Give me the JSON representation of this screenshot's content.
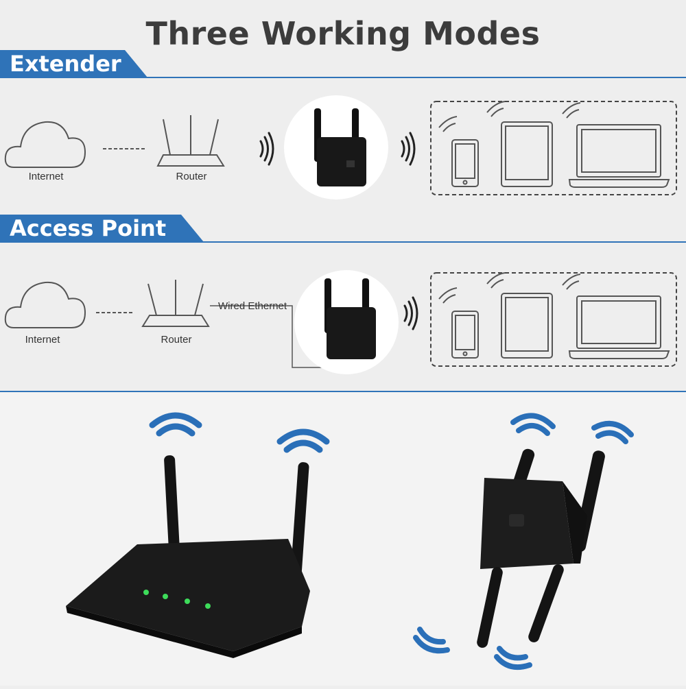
{
  "title": "Three Working Modes",
  "modes": [
    {
      "name": "Extender",
      "internet_label": "Internet",
      "router_label": "Router"
    },
    {
      "name": "Access Point",
      "internet_label": "Internet",
      "router_label": "Router",
      "link_label": "Wired Ethernet"
    }
  ],
  "colors": {
    "accent": "#2f73b8",
    "tab_dark": "#1f5fa8",
    "wifi_wave": "#2a6fb8"
  },
  "icons": [
    "cloud-icon",
    "router-icon",
    "wifi-wave-icon",
    "extender-device-icon",
    "phone-icon",
    "tablet-icon",
    "laptop-icon"
  ]
}
